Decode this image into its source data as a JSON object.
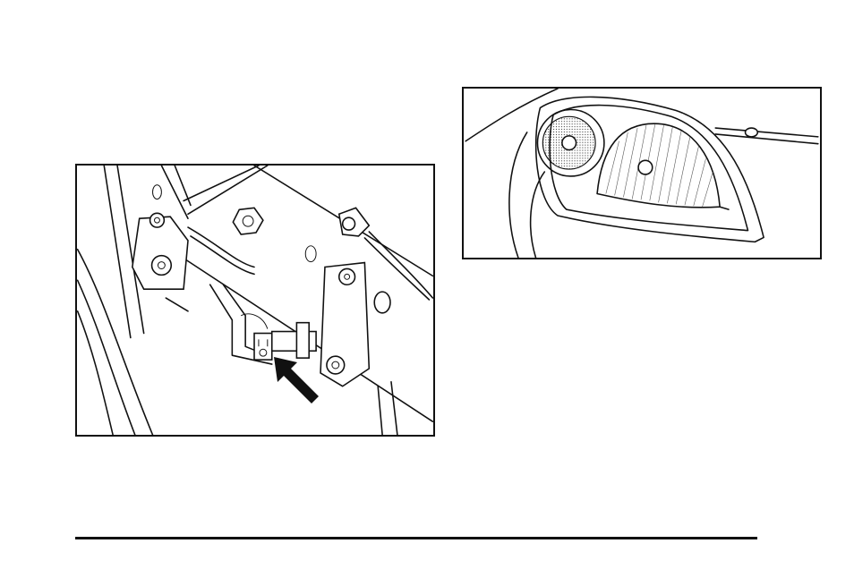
{
  "figures": [
    {
      "id": "fig-left",
      "subject": "headlamp-aim-adjuster"
    },
    {
      "id": "fig-right",
      "subject": "headlamp-assembly"
    }
  ],
  "icons": [
    "adjuster-arrow-icon"
  ]
}
